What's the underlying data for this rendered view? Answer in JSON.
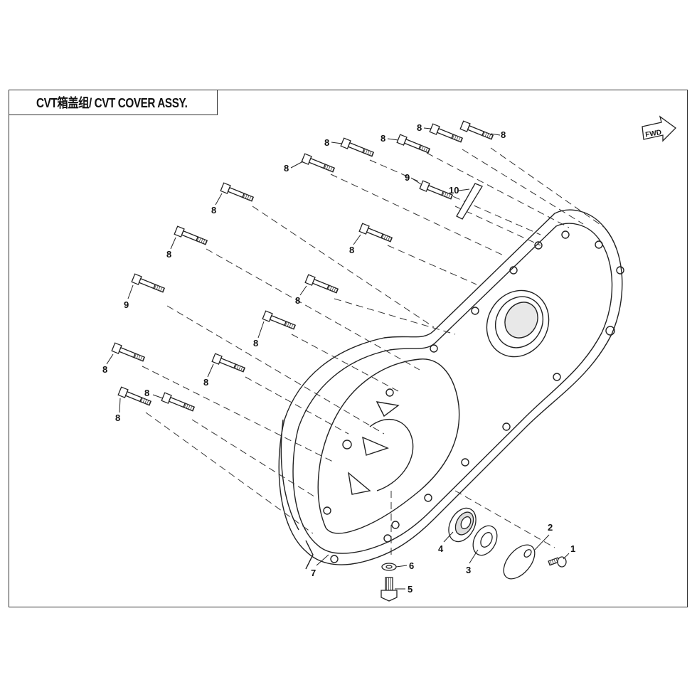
{
  "title": "CVT箱盖组/ CVT COVER ASSY.",
  "direction_label": "FWD",
  "callouts": [
    {
      "label": "8"
    },
    {
      "label": "8"
    },
    {
      "label": "8"
    },
    {
      "label": "8"
    },
    {
      "label": "8"
    },
    {
      "label": "9"
    },
    {
      "label": "10"
    },
    {
      "label": "8"
    },
    {
      "label": "8"
    },
    {
      "label": "8"
    },
    {
      "label": "8"
    },
    {
      "label": "9"
    },
    {
      "label": "8"
    },
    {
      "label": "8"
    },
    {
      "label": "8"
    },
    {
      "label": "8"
    },
    {
      "label": "8"
    },
    {
      "label": "7"
    },
    {
      "label": "6"
    },
    {
      "label": "5"
    },
    {
      "label": "4"
    },
    {
      "label": "3"
    },
    {
      "label": "2"
    },
    {
      "label": "1"
    }
  ]
}
